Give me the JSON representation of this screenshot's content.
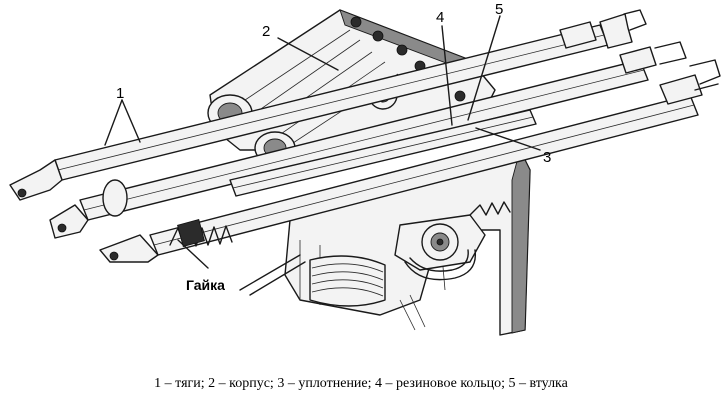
{
  "labels": {
    "n1": "1",
    "n2": "2",
    "n3": "3",
    "n4": "4",
    "n5": "5",
    "nut": "Гайка"
  },
  "caption": "1 – тяги; 2 – корпус; 3 – уплотнение; 4 – резиновое кольцо; 5 – втулка"
}
